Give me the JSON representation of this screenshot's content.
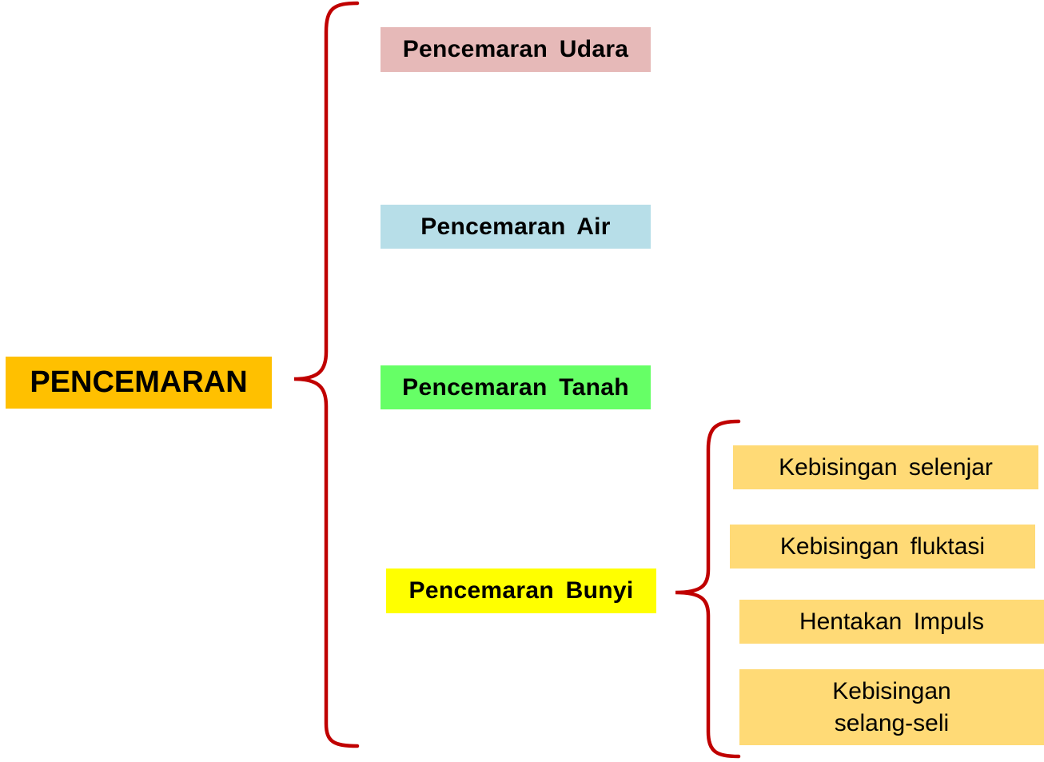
{
  "root": {
    "label": "PENCEMARAN",
    "color": "#FFC000"
  },
  "categories": [
    {
      "label": "Pencemaran  Udara",
      "color": "#E6B9B8"
    },
    {
      "label": "Pencemaran  Air",
      "color": "#B7DEE8"
    },
    {
      "label": "Pencemaran  Tanah",
      "color": "#66FF66"
    },
    {
      "label": "Pencemaran  Bunyi",
      "color": "#FFFF00"
    }
  ],
  "noise_types": [
    {
      "label": "Kebisingan  selenjar"
    },
    {
      "label": "Kebisingan  fluktasi"
    },
    {
      "label": "Hentakan  Impuls"
    },
    {
      "label": "Kebisingan\nselang-seli"
    }
  ],
  "colors": {
    "noise_box": "#FFDA76",
    "brace": "#C00000"
  }
}
